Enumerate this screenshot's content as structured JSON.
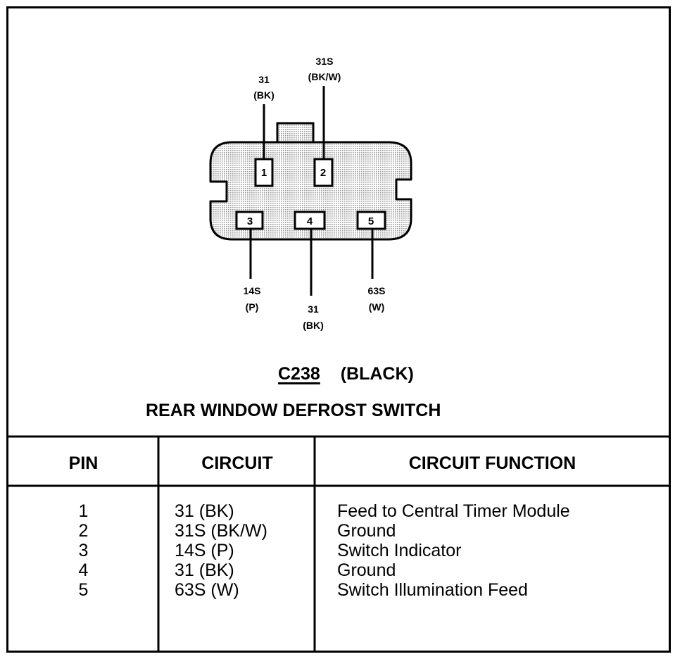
{
  "connector": {
    "id": "C238",
    "color": "(BLACK)",
    "name": "REAR WINDOW DEFROST SWITCH"
  },
  "pins": [
    {
      "num": "1",
      "circuit_num": "31",
      "circuit_color": "(BK)"
    },
    {
      "num": "2",
      "circuit_num": "31S",
      "circuit_color": "(BK/W)"
    },
    {
      "num": "3",
      "circuit_num": "14S",
      "circuit_color": "(P)"
    },
    {
      "num": "4",
      "circuit_num": "31",
      "circuit_color": "(BK)"
    },
    {
      "num": "5",
      "circuit_num": "63S",
      "circuit_color": "(W)"
    }
  ],
  "table": {
    "headers": [
      "PIN",
      "CIRCUIT",
      "CIRCUIT FUNCTION"
    ],
    "rows": [
      {
        "pin": "1",
        "circuit": "31 (BK)",
        "function": "Feed to Central Timer Module"
      },
      {
        "pin": "2",
        "circuit": "31S (BK/W)",
        "function": "Ground"
      },
      {
        "pin": "3",
        "circuit": "14S (P)",
        "function": "Switch Indicator"
      },
      {
        "pin": "4",
        "circuit": "31 (BK)",
        "function": "Ground"
      },
      {
        "pin": "5",
        "circuit": "63S (W)",
        "function": "Switch Illumination Feed"
      }
    ]
  }
}
